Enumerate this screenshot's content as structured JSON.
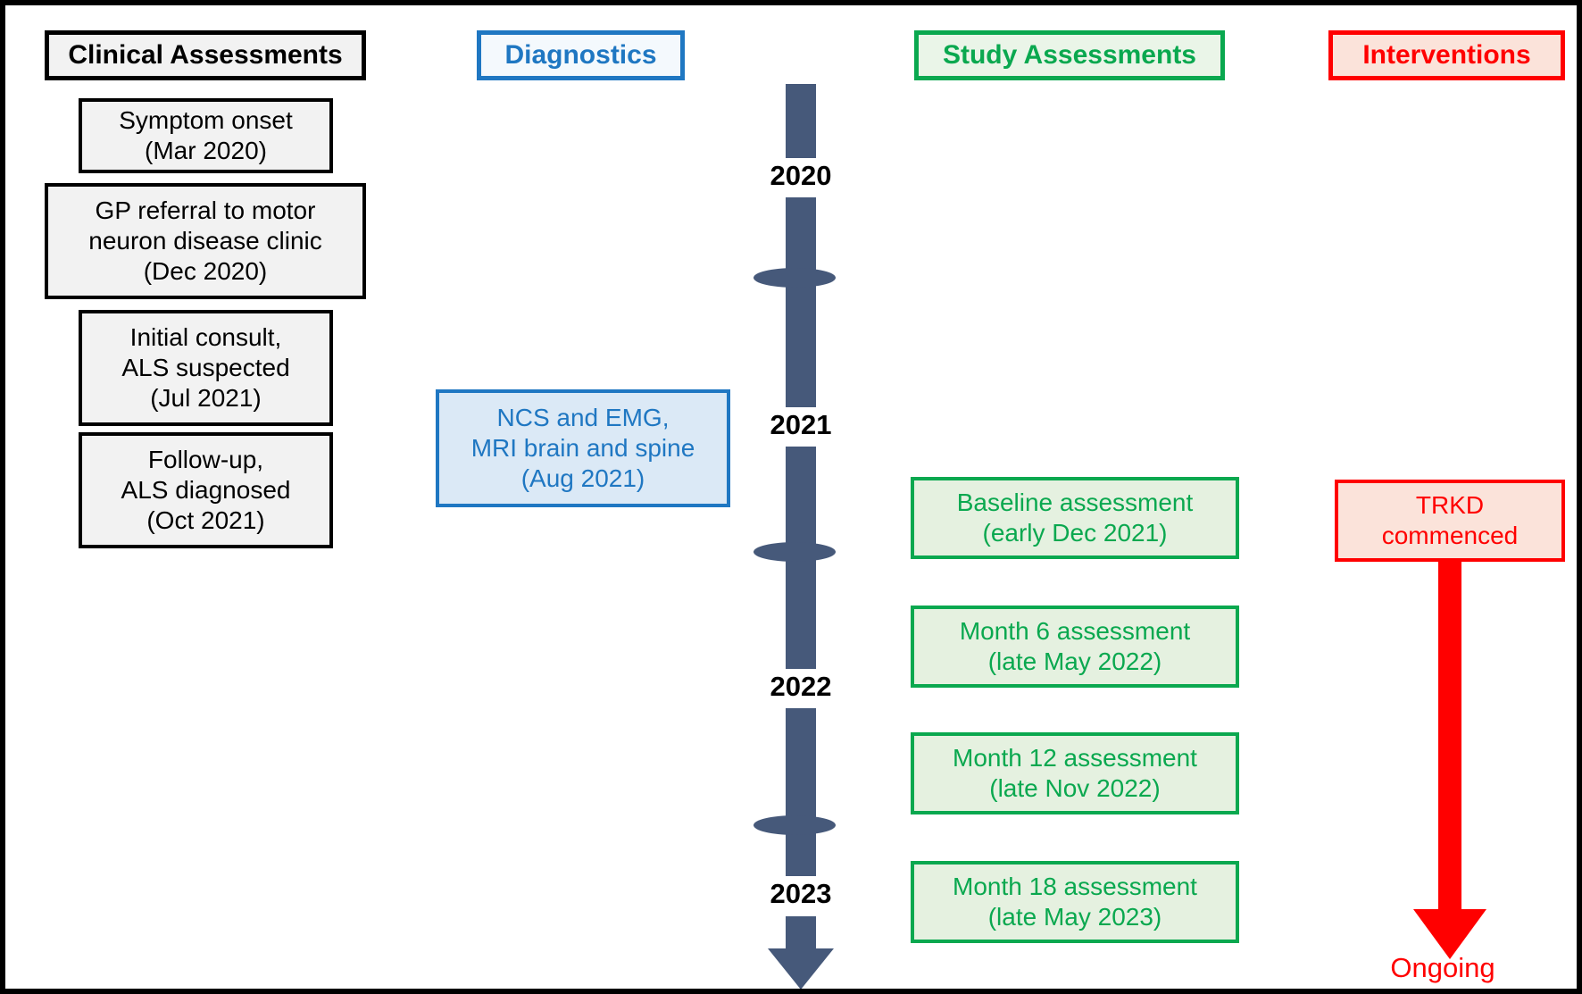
{
  "figure": {
    "border_color": "#000000",
    "background": "#ffffff"
  },
  "columns": {
    "clinical": {
      "header": "Clinical Assessments",
      "accent_color": "#000000",
      "fill_color": "#f2f2f2",
      "items": [
        "Symptom onset\n(Mar 2020)",
        "GP referral to motor\nneuron disease clinic\n(Dec 2020)",
        "Initial consult,\nALS suspected\n(Jul 2021)",
        "Follow-up,\nALS diagnosed\n(Oct 2021)"
      ]
    },
    "diagnostics": {
      "header": "Diagnostics",
      "accent_color": "#1f77c2",
      "fill_color": "#dbe9f6",
      "items": [
        "NCS and EMG,\nMRI brain and spine\n(Aug 2021)"
      ]
    },
    "study": {
      "header": "Study Assessments",
      "accent_color": "#0aa84f",
      "fill_color": "#e5f1e0",
      "items": [
        "Baseline assessment\n(early Dec 2021)",
        "Month 6 assessment\n(late May 2022)",
        "Month 12 assessment\n(late Nov 2022)",
        "Month 18 assessment\n(late May 2023)"
      ]
    },
    "interventions": {
      "header": "Interventions",
      "accent_color": "#ff0000",
      "fill_color": "#fbe3da",
      "items": [
        "TRKD\ncommenced"
      ],
      "arrow_end_label": "Ongoing"
    }
  },
  "timeline": {
    "color": "#46597a",
    "years": [
      "2020",
      "2021",
      "2022",
      "2023"
    ]
  }
}
